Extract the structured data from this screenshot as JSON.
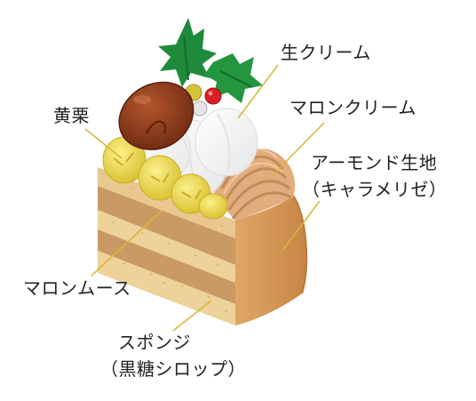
{
  "labels": {
    "fresh_cream": "生クリーム",
    "kuri": "黄栗",
    "marron_cream": "マロンクリーム",
    "almond_sponge": "アーモンド生地",
    "almond_sponge_note": "（キャラメリゼ）",
    "marron_mousse": "マロンムース",
    "sponge": "スポンジ",
    "sponge_note": "（黒糖シロップ）"
  },
  "colors": {
    "leader_line": "#d8b73a",
    "holly": "#1f8a3a",
    "chestnut": "#8b3a1e",
    "cream": "#ffffff",
    "yellow_chestnut": "#f2de55",
    "marron_cream": "#d8a477",
    "sponge_cake": "#e6c48f",
    "mousse": "#c89a6a",
    "almond_side": "#c98a4e"
  }
}
